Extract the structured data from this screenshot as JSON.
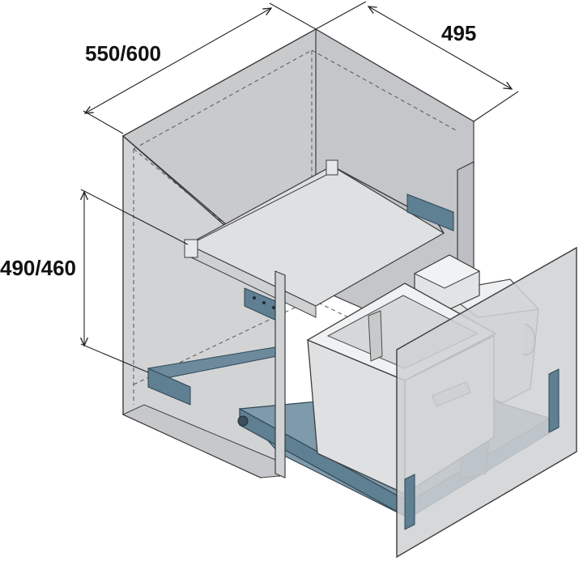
{
  "dimensions": {
    "width": "550/600",
    "depth": "495",
    "height": "490/460"
  },
  "colors": {
    "background": "#ffffff",
    "cabinet_side": "#d2d3d5",
    "cabinet_top": "#c9cacc",
    "cabinet_inner": "#c2c4c7",
    "outline": "#3c3c3c",
    "bin_light": "#e8e9ea",
    "rail_blue": "#5f7f92",
    "front_panel": "#cfd1d4",
    "dimension_text": "#111111"
  }
}
